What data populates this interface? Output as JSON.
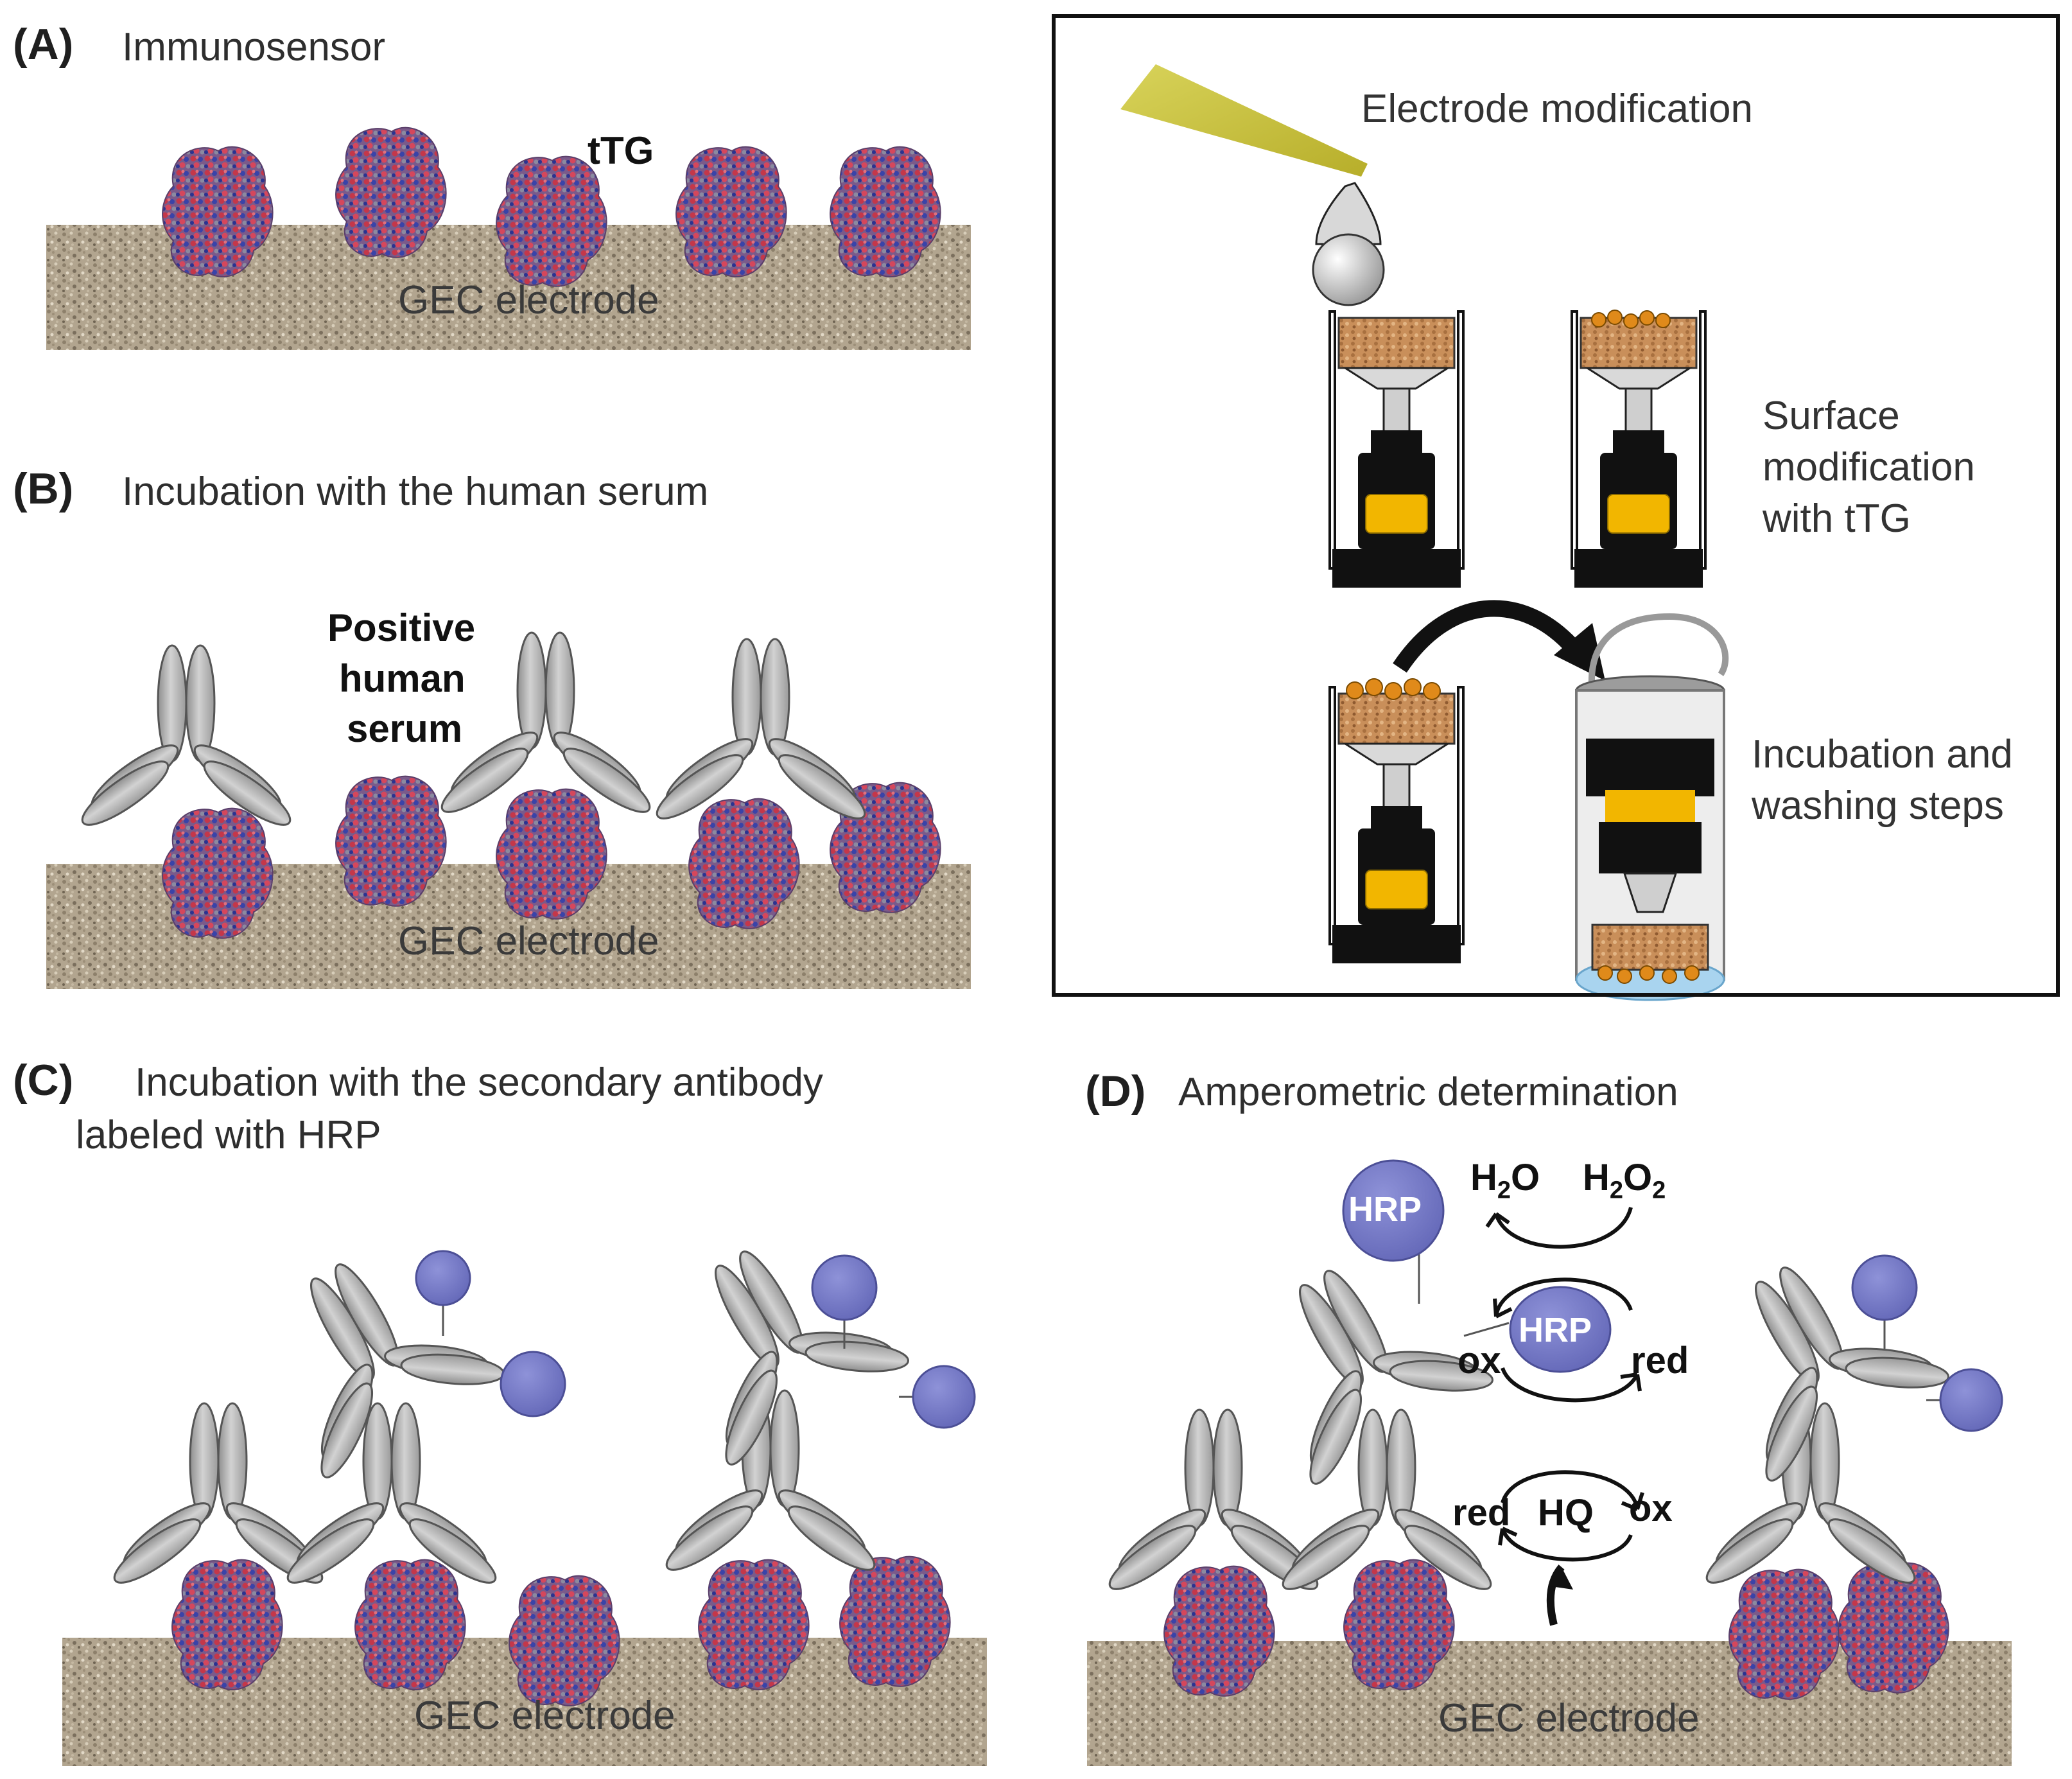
{
  "panel_a": {
    "letter": "(A)",
    "title": "Immunosensor",
    "ttg_label": "tTG",
    "electrode_label": "GEC electrode"
  },
  "panel_b": {
    "letter": "(B)",
    "title": "Incubation with the human serum",
    "serum_label_lines": [
      "Positive",
      "human",
      "serum"
    ],
    "electrode_label": "GEC electrode"
  },
  "panel_c": {
    "letter": "(C)",
    "title_line1": "Incubation with the secondary antibody",
    "title_line2": "labeled with HRP",
    "electrode_label": "GEC electrode"
  },
  "panel_d": {
    "letter": "(D)",
    "title": "Amperometric determination",
    "electrode_label": "GEC electrode",
    "hrp_label": "HRP",
    "hrp_cycle_label": "HRP",
    "h2o": {
      "base": "H",
      "sub": "2",
      "tail": "O"
    },
    "h2o2": {
      "base": "H",
      "sub": "2",
      "mid": "O",
      "sub2": "2"
    },
    "ox_left": "ox",
    "red_right": "red",
    "red_left": "red",
    "hq": "HQ",
    "ox_right": "ox"
  },
  "inset": {
    "step1": "Electrode modification",
    "step2_lines": [
      "Surface",
      "modification",
      "with tTG"
    ],
    "step3_lines": [
      "Incubation and",
      "washing steps"
    ]
  },
  "colors": {
    "electrode": "#a89a84",
    "antibody": "#b4b4b4",
    "hrp": "#7b7fc9",
    "electrode_body": "#111111",
    "electrode_band": "#f2b600",
    "pipette": "#c9c23a"
  }
}
